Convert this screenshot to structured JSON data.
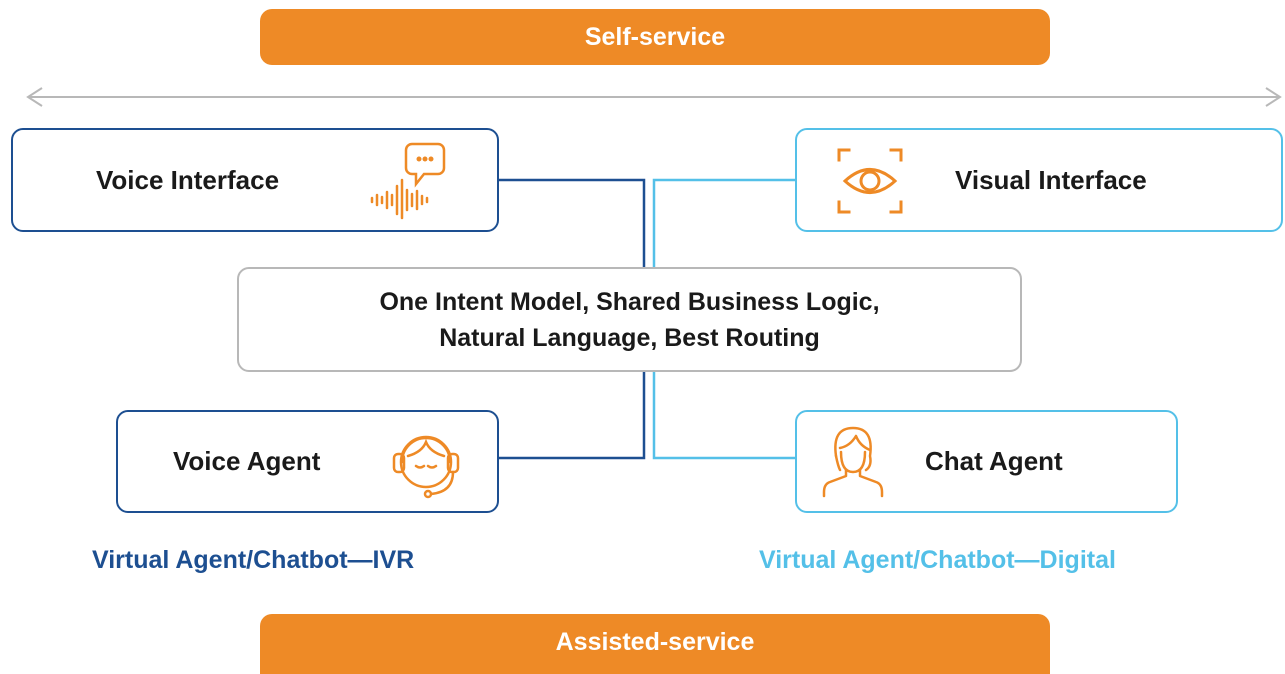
{
  "banners": {
    "top": "Self-service",
    "bottom": "Assisted-service"
  },
  "boxes": {
    "voice_interface": "Voice Interface",
    "visual_interface": "Visual Interface",
    "center_line1": "One Intent Model, Shared Business Logic,",
    "center_line2": "Natural Language, Best Routing",
    "voice_agent": "Voice Agent",
    "chat_agent": "Chat Agent"
  },
  "footer": {
    "ivr": "Virtual Agent/Chatbot—IVR",
    "digital": "Virtual Agent/Chatbot—Digital"
  },
  "colors": {
    "orange": "#ee8a26",
    "dark_blue": "#1d4f91",
    "light_blue": "#54c0e8",
    "grey": "#b8b8b8"
  },
  "icons": {
    "voice_interface": "speech-waveform-icon",
    "visual_interface": "eye-scan-icon",
    "voice_agent": "headset-agent-icon",
    "chat_agent": "person-icon"
  }
}
